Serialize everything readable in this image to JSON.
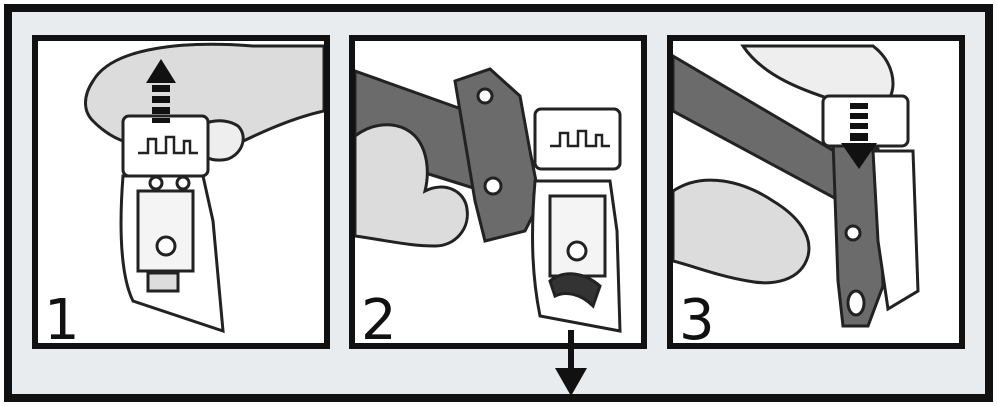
{
  "steps": [
    {
      "number": "1"
    },
    {
      "number": "2"
    },
    {
      "number": "3"
    }
  ],
  "colors": {
    "frame": "#111111",
    "background": "#e9ecef",
    "panel": "#ffffff",
    "hand": "#dcdcdc",
    "tool": "#6b6b6b",
    "part": "#ffffff"
  },
  "icons": {
    "step1": "up-arrow-icon",
    "step2": "down-arrow-icon",
    "step3": "down-arrow-icon"
  }
}
